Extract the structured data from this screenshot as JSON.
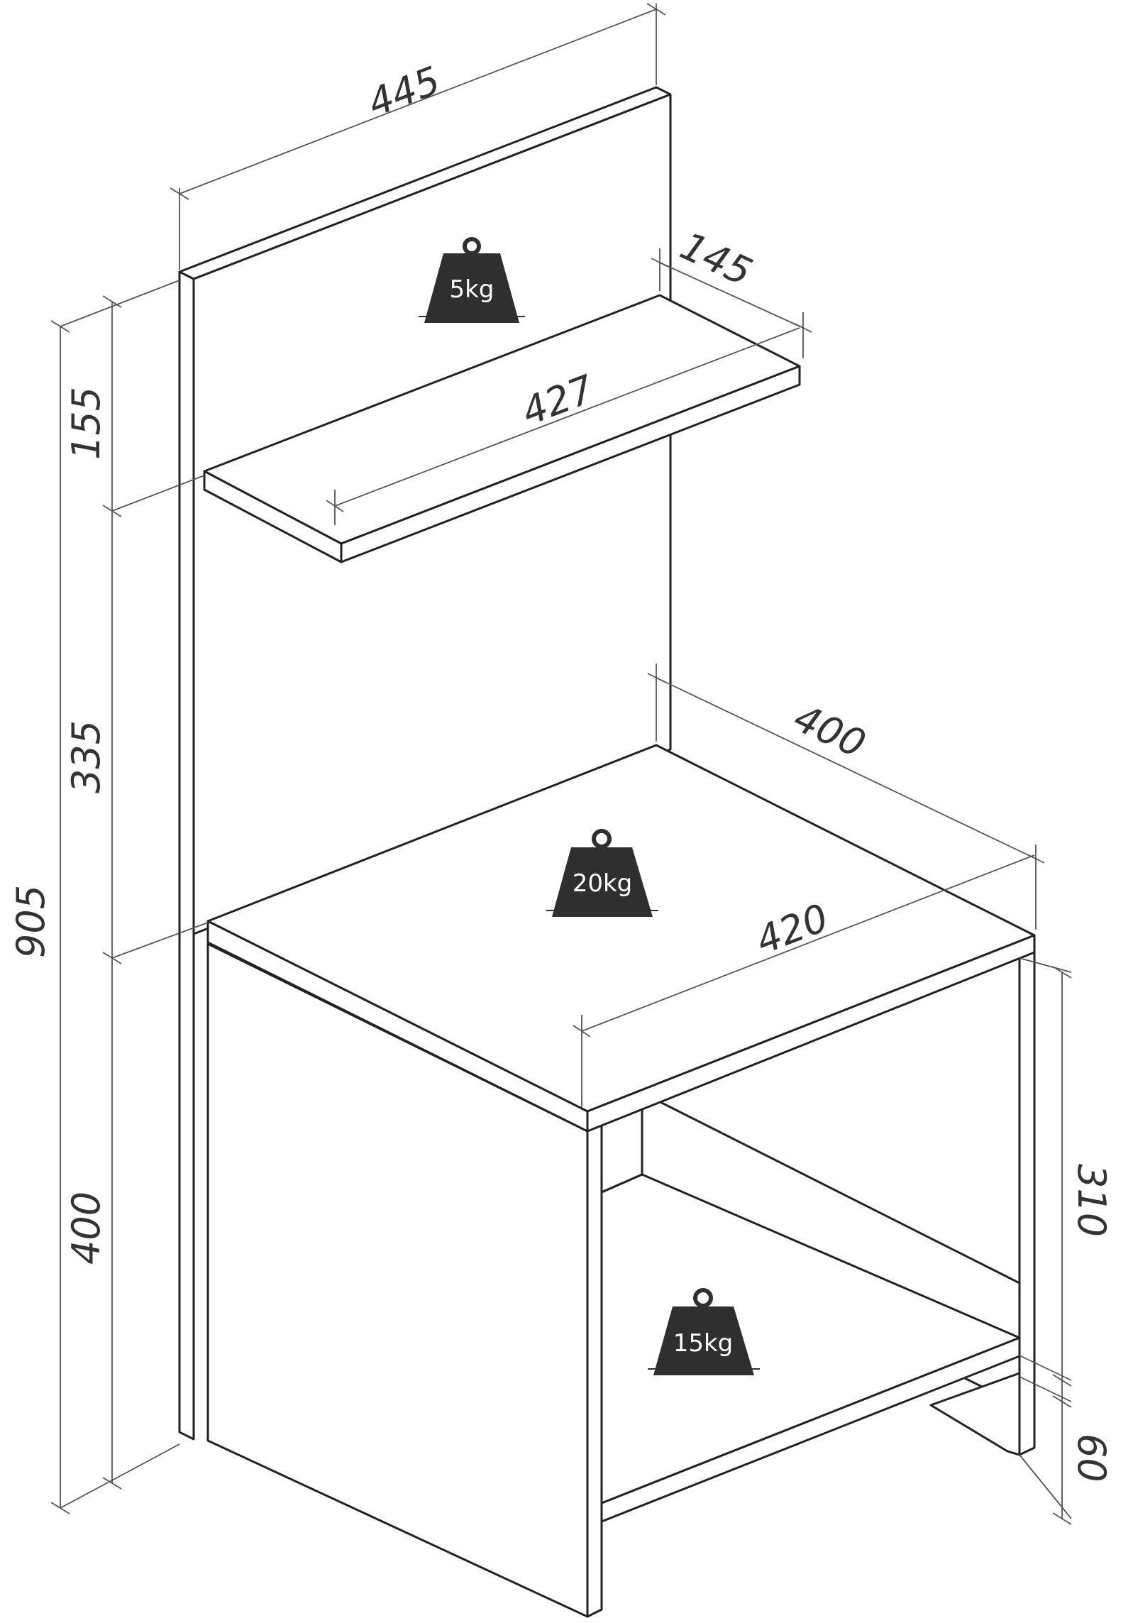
{
  "dimensions": {
    "backboard_width": "445",
    "shelf_depth": "145",
    "shelf_width": "427",
    "top_depth": "400",
    "top_width": "420",
    "height_total": "905",
    "height_top": "155",
    "height_mid": "335",
    "height_bottom": "400",
    "inner_height": "310",
    "plinth_height": "60"
  },
  "loads": {
    "shelf": "5kg",
    "top": "20kg",
    "bottom": "15kg"
  },
  "colors": {
    "line": "#222222",
    "dimension_line": "#555555",
    "weight_fill": "#2f2f2f"
  }
}
